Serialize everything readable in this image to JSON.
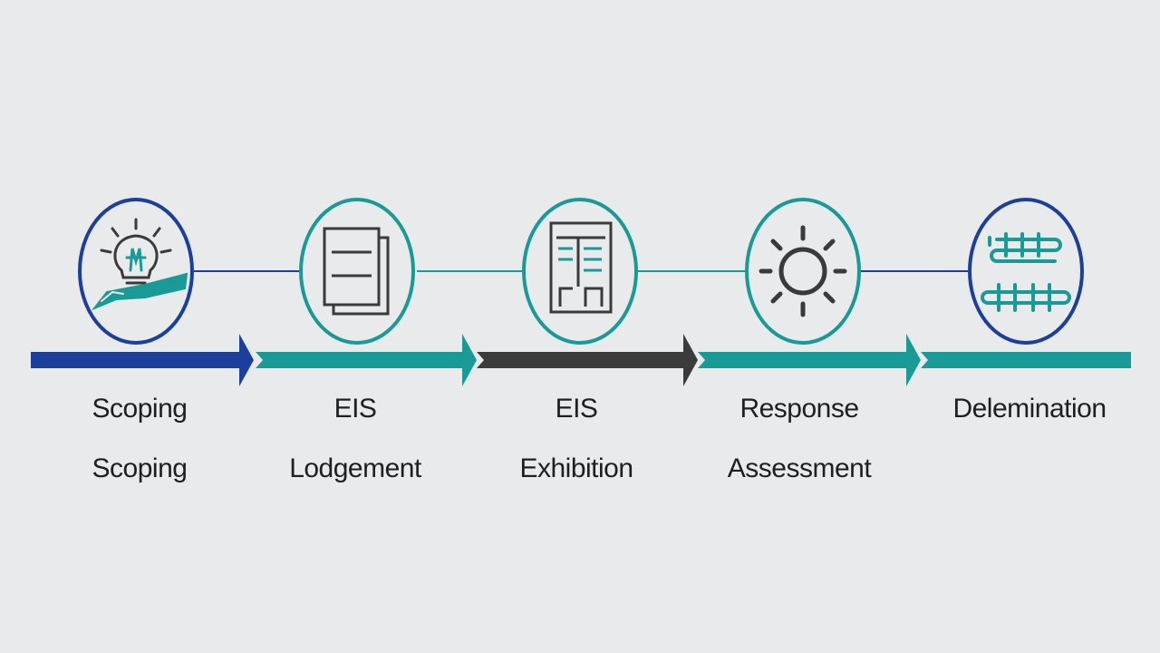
{
  "colors": {
    "background": "#e9eaeb",
    "navy": "#1c3f9c",
    "teal": "#1a9a96",
    "dark": "#3b3b3b",
    "icon": "#3a3a3a",
    "text": "#1f1f1f"
  },
  "stages": [
    {
      "icon": "lightbulb-hand-icon",
      "ring_color": "#1c3f9c",
      "arrow_color": "#1c3f9c",
      "line1": "Scoping",
      "line2": "Scoping"
    },
    {
      "icon": "documents-icon",
      "ring_color": "#1a9a96",
      "arrow_color": "#1a9a96",
      "line1": "EIS",
      "line2": "Lodgement"
    },
    {
      "icon": "exhibition-board-icon",
      "ring_color": "#1a9a96",
      "arrow_color": "#3b3b3b",
      "line1": "EIS",
      "line2": "Exhibition"
    },
    {
      "icon": "gear-icon",
      "ring_color": "#1a9a96",
      "arrow_color": "#1a9a96",
      "line1": "Response",
      "line2": "Assessment"
    },
    {
      "icon": "coil-icon",
      "ring_color": "#1c3f9c",
      "arrow_color": "#1a9a96",
      "line1": "Delemination",
      "line2": ""
    }
  ]
}
